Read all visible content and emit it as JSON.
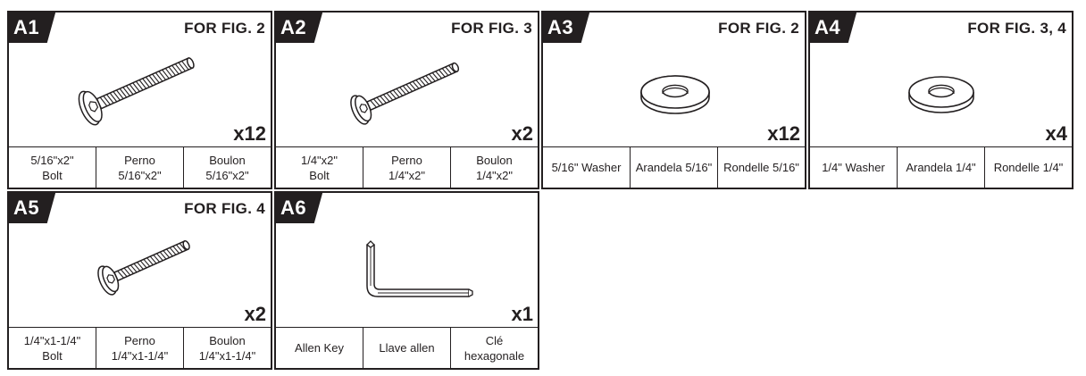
{
  "parts": [
    {
      "id": "A1",
      "fig": "FOR FIG. 2",
      "qty": "x12",
      "labels": [
        "5/16\"x2\"\nBolt",
        "Perno\n5/16\"x2\"",
        "Boulon\n5/16\"x2\""
      ],
      "icon": "bolt-icon"
    },
    {
      "id": "A2",
      "fig": "FOR FIG. 3",
      "qty": "x2",
      "labels": [
        "1/4\"x2\"\nBolt",
        "Perno\n1/4\"x2\"",
        "Boulon\n1/4\"x2\""
      ],
      "icon": "bolt-icon"
    },
    {
      "id": "A3",
      "fig": "FOR FIG. 2",
      "qty": "x12",
      "labels": [
        "5/16\" Washer",
        "Arandela 5/16\"",
        "Rondelle 5/16\""
      ],
      "icon": "washer-icon"
    },
    {
      "id": "A4",
      "fig": "FOR FIG. 3, 4",
      "qty": "x4",
      "labels": [
        "1/4\" Washer",
        "Arandela 1/4\"",
        "Rondelle 1/4\""
      ],
      "icon": "washer-icon"
    },
    {
      "id": "A5",
      "fig": "FOR FIG. 4",
      "qty": "x2",
      "labels": [
        "1/4\"x1-1/4\"\nBolt",
        "Perno\n1/4\"x1-1/4\"",
        "Boulon\n1/4\"x1-1/4\""
      ],
      "icon": "bolt-icon"
    },
    {
      "id": "A6",
      "fig": "",
      "qty": "x1",
      "labels": [
        "Allen Key",
        "Llave allen",
        "Clé\nhexagonale"
      ],
      "icon": "allen-key-icon"
    }
  ]
}
